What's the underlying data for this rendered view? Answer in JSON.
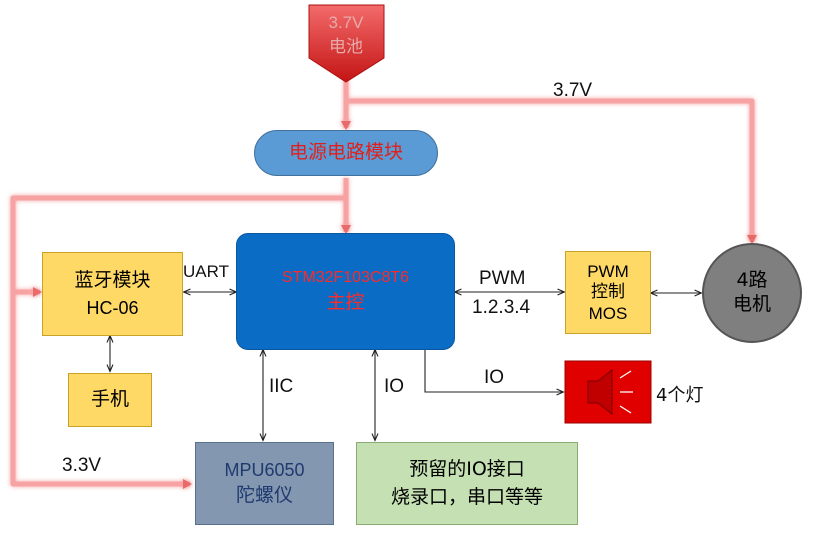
{
  "battery": {
    "line1": "3.7V",
    "line2": "电池"
  },
  "power_module": {
    "label": "电源电路模块"
  },
  "mcu": {
    "line1": "STM32F103C8T6",
    "line2": "主控"
  },
  "bluetooth": {
    "line1": "蓝牙模块",
    "line2": "HC-06"
  },
  "phone": {
    "label": "手机"
  },
  "pwm_mos": {
    "line1": "PWM",
    "line2": "控制",
    "line3": "MOS"
  },
  "motor": {
    "line1": "4路",
    "line2": "电机"
  },
  "mpu": {
    "line1": "MPU6050",
    "line2": "陀螺仪"
  },
  "io_port": {
    "line1": "预留的IO接口",
    "line2": "烧录口，串口等等"
  },
  "lights": {
    "label": "4个灯"
  },
  "edge_labels": {
    "v37": "3.7V",
    "v33": "3.3V",
    "uart": "UART",
    "pwm": "PWM",
    "pwm_channels": "1.2.3.4",
    "iic": "IIC",
    "io_left": "IO",
    "io_right": "IO"
  },
  "colors": {
    "power_line": "#f28a8a",
    "mcu_fill": "#0a6cc4",
    "power_module_fill": "#5b9bd5",
    "module_fill": "#ffd966",
    "mpu_fill": "#8497b0",
    "io_fill": "#c5e0b3",
    "motor_fill": "#7f7f7f",
    "light_fill": "#e00000"
  }
}
